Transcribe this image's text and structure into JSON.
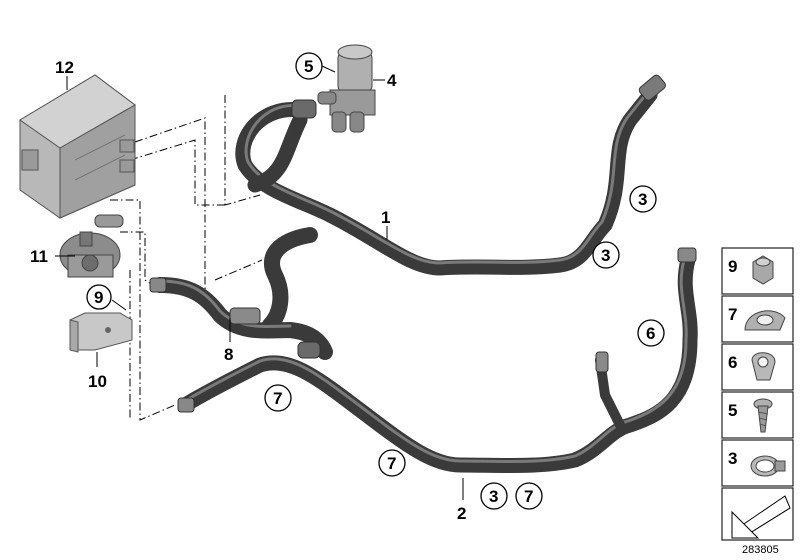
{
  "diagram": {
    "callouts": {
      "c1": "1",
      "c2": "2",
      "c3a": "3",
      "c3b": "3",
      "c3c": "3",
      "c4": "4",
      "c5": "5",
      "c6": "6",
      "c7a": "7",
      "c7b": "7",
      "c7c": "7",
      "c8": "8",
      "c9": "9",
      "c10": "10",
      "c11": "11",
      "c12": "12"
    },
    "legend": {
      "items": [
        {
          "label": "9",
          "part": "hex-nut-icon"
        },
        {
          "label": "7",
          "part": "hose-clip-icon"
        },
        {
          "label": "6",
          "part": "holder-clip-icon"
        },
        {
          "label": "5",
          "part": "screw-icon"
        },
        {
          "label": "3",
          "part": "hose-clamp-icon"
        }
      ]
    },
    "reference_number": "283805"
  }
}
